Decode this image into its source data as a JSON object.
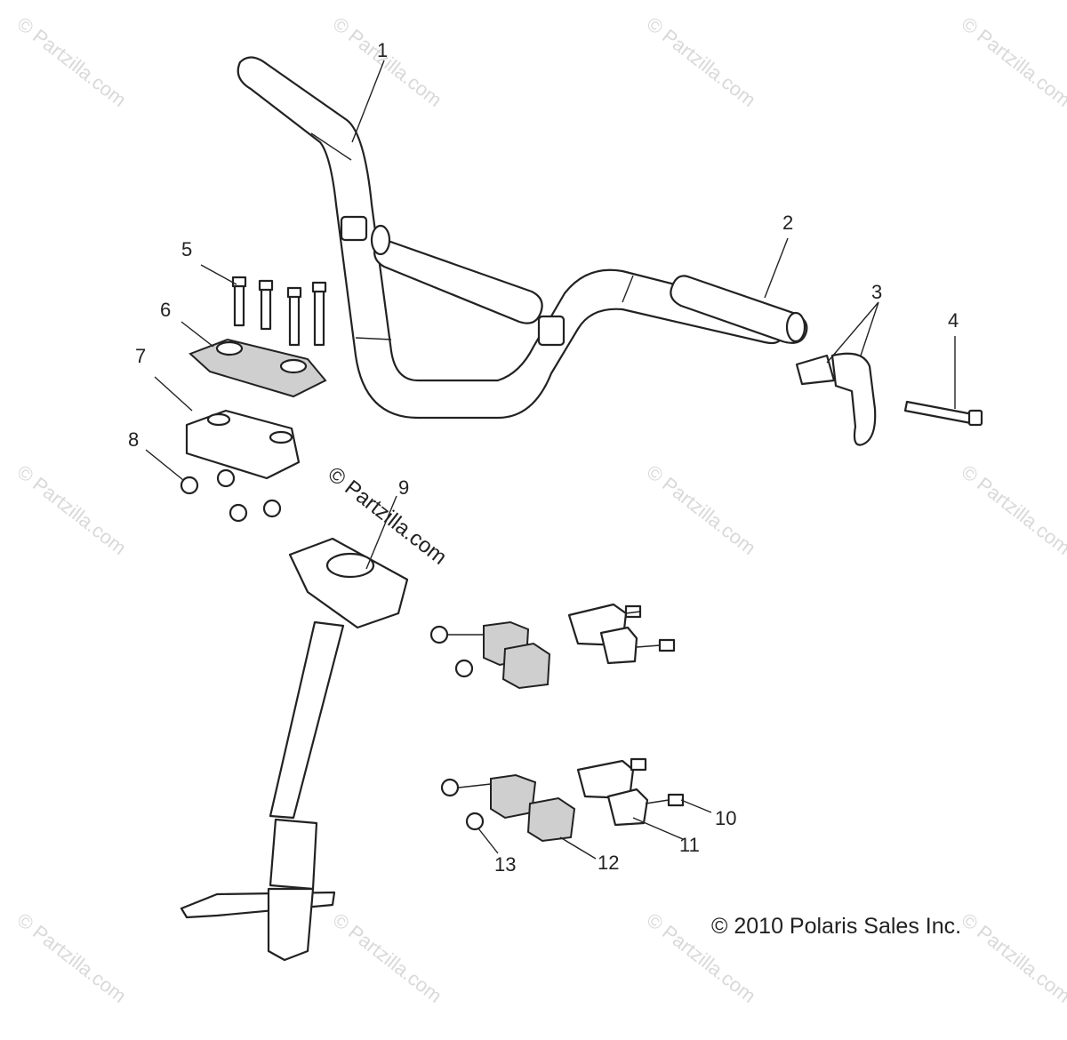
{
  "watermark": "© Partzilla.com",
  "copyright": "© 2010 Polaris Sales Inc.",
  "callouts": [
    "1",
    "2",
    "3",
    "4",
    "5",
    "6",
    "7",
    "8",
    "9",
    "10",
    "11",
    "12",
    "13"
  ],
  "colors": {
    "line": "#222222",
    "watermark": "#d9d9d9",
    "background": "#ffffff"
  }
}
